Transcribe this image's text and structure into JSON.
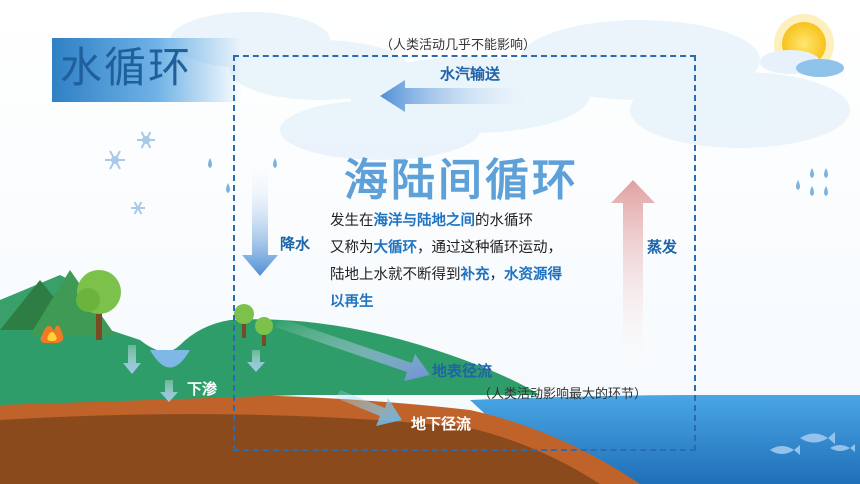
{
  "title": "水循环",
  "subtitle": "海陆间循环",
  "note_top": "（人类活动几乎不能影响）",
  "labels": {
    "vapor": "水汽输送",
    "rain": "降水",
    "evap": "蒸发",
    "surface": "地表径流",
    "underground": "地下径流",
    "seep": "下渗"
  },
  "note_bottom": "（人类活动影响最大的环节）",
  "desc": {
    "p1a": "发生在",
    "p1b": "海洋与陆地之间",
    "p1c": "的水循环",
    "p2a": "又称为",
    "p2b": "大循环",
    "p2c": "，通过这种循环运动，",
    "p3a": "陆地上水就不断得到",
    "p3b": "补充",
    "p3c": "，",
    "p3d": "水资源得",
    "p4": "以再生"
  },
  "colors": {
    "accent": "#1f73c0",
    "land_green": "#2e9d6a",
    "soil": "#a8531f",
    "sea": "#2f8fd6"
  },
  "icons": [
    "sun-icon",
    "cloud-icon",
    "snowflake-icon",
    "raindrop-icon",
    "tree-icon",
    "fish-icon",
    "campfire-icon",
    "arrow-icon"
  ]
}
